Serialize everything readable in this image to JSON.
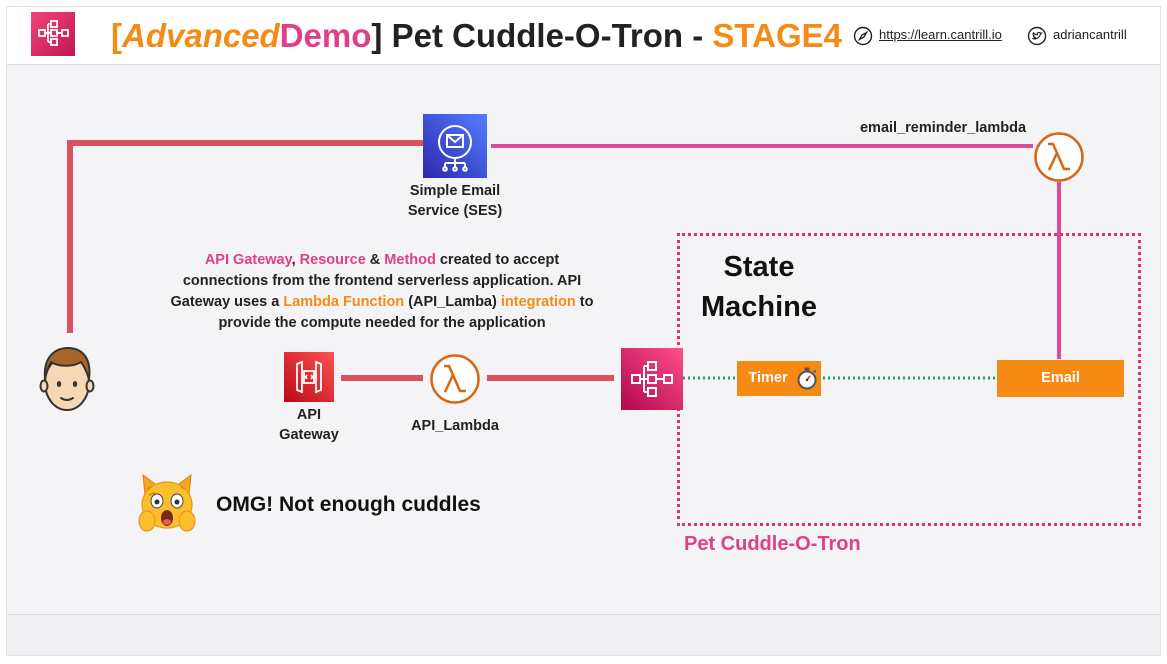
{
  "header": {
    "title_bracket_open": "[",
    "title_advanced": "Advanced",
    "title_demo": "Demo",
    "title_bracket_close": "]",
    "title_main": " Pet Cuddle-O-Tron - ",
    "title_stage": "STAGE4",
    "url": "https://learn.cantrill.io",
    "twitter": "adriancantrill"
  },
  "nodes": {
    "ses_label_line1": "Simple Email",
    "ses_label_line2": "Service (SES)",
    "email_lambda_label": "email_reminder_lambda",
    "api_gateway_line1": "API",
    "api_gateway_line2": "Gateway",
    "api_lambda_label": "API_Lambda",
    "timer_label": "Timer",
    "email_label": "Email"
  },
  "description": {
    "p1": "API Gateway",
    "p2": ", ",
    "p3": "Resource",
    "p4": " & ",
    "p5": "Method",
    "p6": " created to accept connections from the frontend serverless application. API Gateway uses a ",
    "p7": "Lambda Function",
    "p8": " (API_Lamba) ",
    "p9": "integration",
    "p10": " to provide the compute needed for the application"
  },
  "state_machine": {
    "title_line1": "State",
    "title_line2": "Machine",
    "caption": "Pet Cuddle-O-Tron"
  },
  "cat_text": "OMG! Not enough cuddles",
  "icons": {
    "header_logo": "step-functions-icon",
    "ses": "ses-email-icon",
    "lambda": "lambda-icon",
    "api_gateway": "api-gateway-icon",
    "step_functions": "step-functions-icon",
    "user": "user-avatar-icon",
    "cat": "screaming-cat-emoji-icon",
    "timer": "stopwatch-icon",
    "url": "compass-icon",
    "twitter": "twitter-bird-icon"
  },
  "colors": {
    "wire_red": "#d9525e",
    "wire_pink": "#e0489a",
    "dotted_green": "#1e9e6a",
    "state_machine_border": "#d6336f",
    "orange": "#f58a14",
    "pink_text": "#e0408a",
    "ses_blue": "#3b48cc",
    "api_red": "#e0282c",
    "step_pink": "#d6336f"
  }
}
